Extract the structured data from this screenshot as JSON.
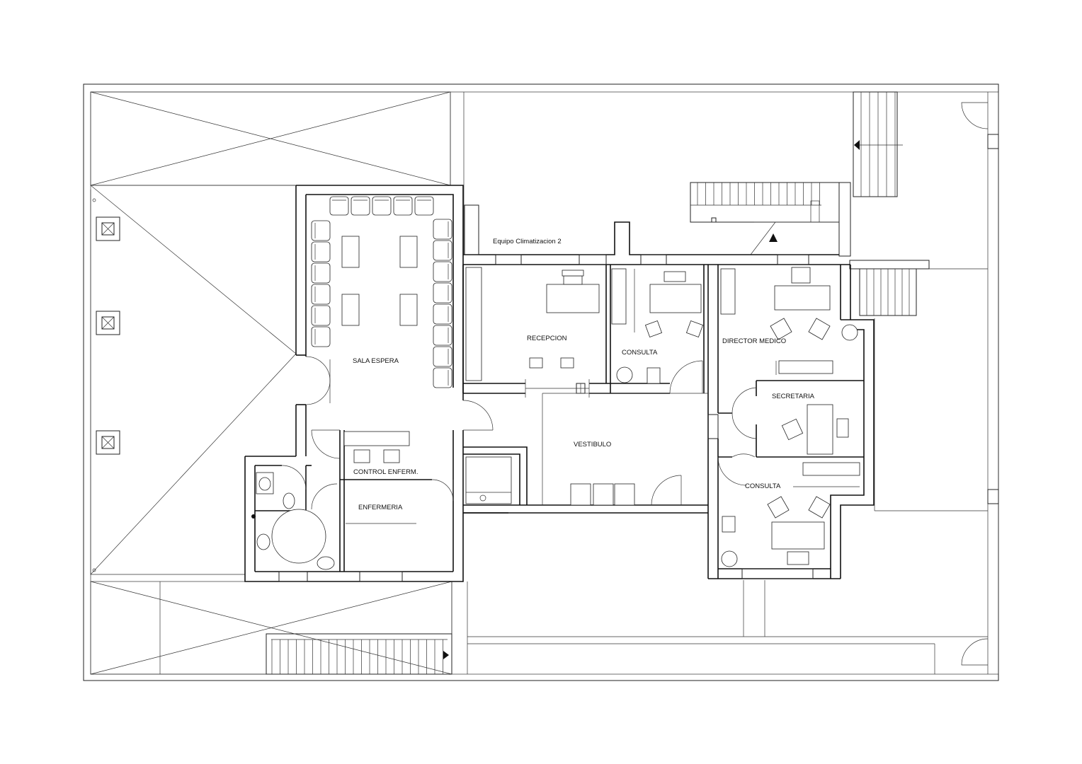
{
  "rooms": {
    "sala_espera": "SALA ESPERA",
    "recepcion": "RECEPCION",
    "consulta_1": "CONSULTA",
    "director_medico": "DIRECTOR MEDICO",
    "secretaria": "SECRETARIA",
    "vestibulo": "VESTIBULO",
    "consulta_2": "CONSULTA",
    "control_enferm": "CONTROL ENFERM.",
    "enfermeria": "ENFERMERIA"
  },
  "annotations": {
    "equipo": "Equipo Climatizacion 2"
  },
  "colors": {
    "line": "#222222",
    "background": "#ffffff"
  }
}
